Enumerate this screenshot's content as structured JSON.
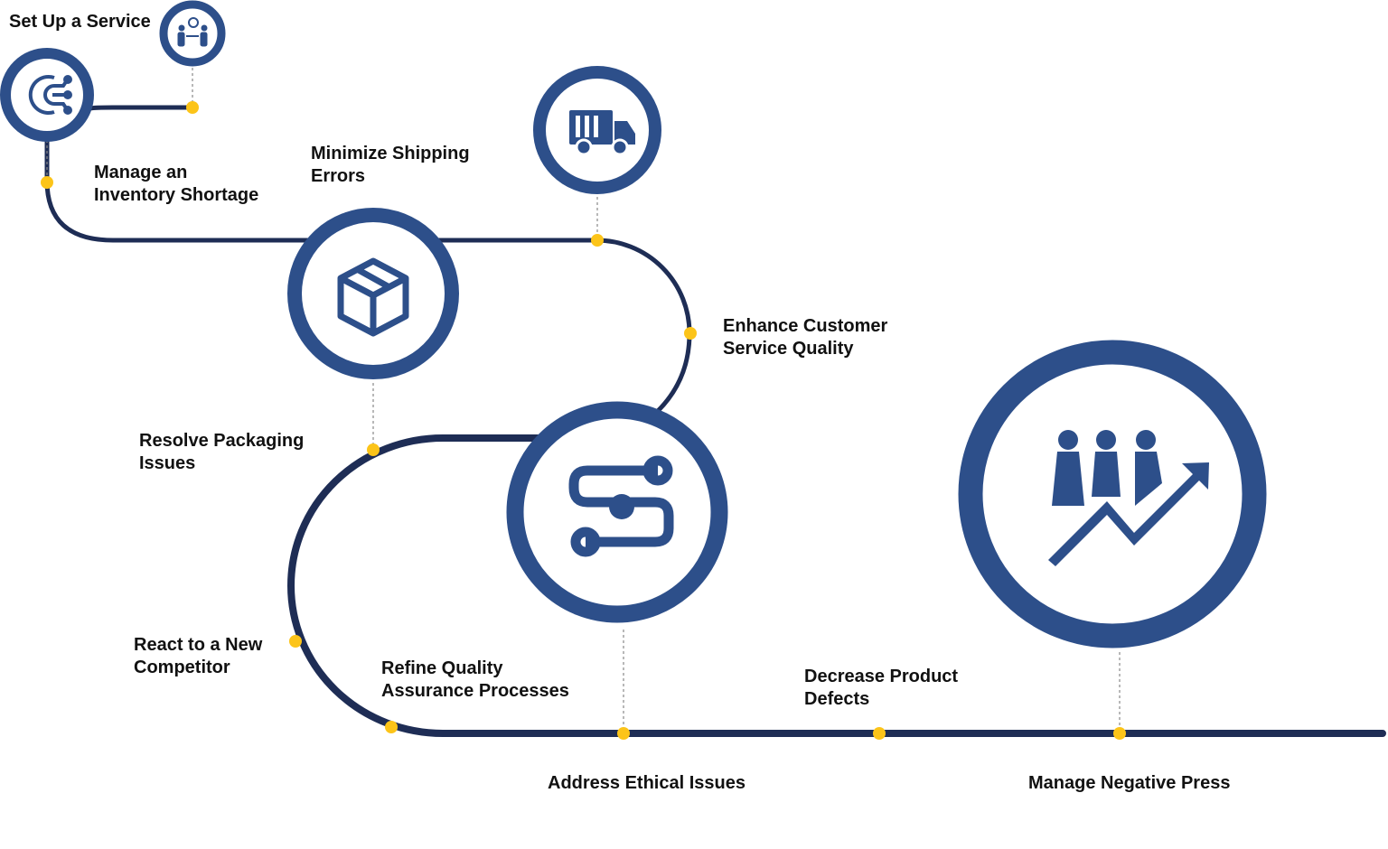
{
  "colors": {
    "ring": "#2d4f8a",
    "path": "#1e2d55",
    "dot": "#fcc419",
    "text": "#111111"
  },
  "steps": [
    {
      "label": "Set Up a Service",
      "icon": "people-idea-icon"
    },
    {
      "label": "Manage an\nInventory Shortage",
      "icon": "gear-circuit-icon"
    },
    {
      "label": "Minimize Shipping\nErrors",
      "icon": "delivery-truck-icon"
    },
    {
      "label": "Resolve Packaging\nIssues",
      "icon": "package-box-icon"
    },
    {
      "label": "Enhance Customer\nService Quality",
      "icon": "route-path-icon"
    },
    {
      "label": "React to a New\nCompetitor"
    },
    {
      "label": "Refine Quality\nAssurance Processes"
    },
    {
      "label": "Address Ethical Issues"
    },
    {
      "label": "Decrease Product\nDefects"
    },
    {
      "label": "Manage Negative Press",
      "icon": "people-growth-icon"
    }
  ]
}
